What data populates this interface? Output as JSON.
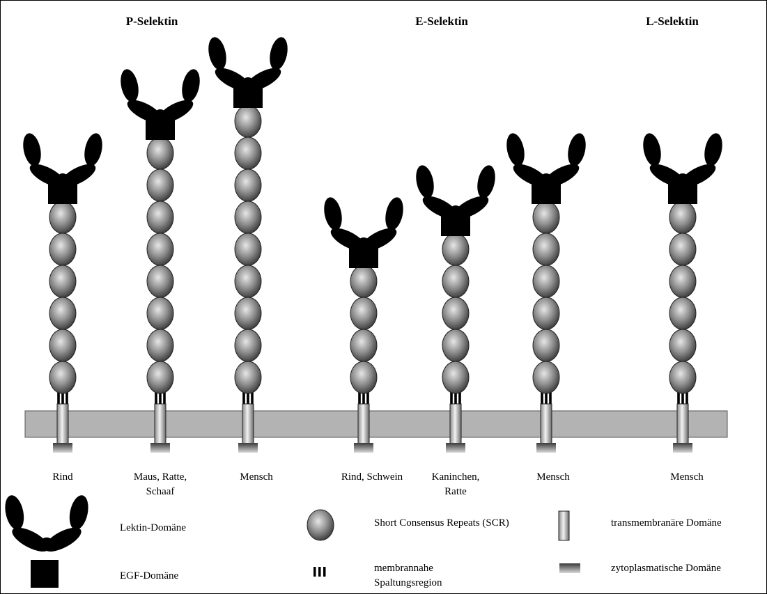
{
  "headers": {
    "p_selektin": "P-Selektin",
    "e_selektin": "E-Selektin",
    "l_selektin": "L-Selektin"
  },
  "molecules": [
    {
      "group": "P-Selektin",
      "scr_count": 6,
      "species": [
        "Rind"
      ]
    },
    {
      "group": "P-Selektin",
      "scr_count": 8,
      "species": [
        "Maus, Ratte,",
        "Schaaf"
      ]
    },
    {
      "group": "P-Selektin",
      "scr_count": 9,
      "species": [
        "Mensch"
      ]
    },
    {
      "group": "E-Selektin",
      "scr_count": 4,
      "species": [
        "Rind, Schwein"
      ]
    },
    {
      "group": "E-Selektin",
      "scr_count": 5,
      "species": [
        "Kaninchen,",
        "Ratte"
      ]
    },
    {
      "group": "E-Selektin",
      "scr_count": 6,
      "species": [
        "Mensch"
      ]
    },
    {
      "group": "L-Selektin",
      "scr_count": 6,
      "species": [
        "Mensch"
      ]
    }
  ],
  "legend": {
    "lectin": "Lektin-Domäne",
    "egf": "EGF-Domäne",
    "scr": "Short Consensus Repeats (SCR)",
    "cleavage": [
      "membrannahe",
      "Spaltungsregion"
    ],
    "transmembrane": "transmembranäre Domäne",
    "cytoplasmic": "zytoplasmatische Domäne"
  },
  "colors": {
    "domain_black": "#000000",
    "membrane_fill": "#b3b3b3",
    "scr_light": "#e6e6e6",
    "scr_dark": "#3a3a3a"
  }
}
